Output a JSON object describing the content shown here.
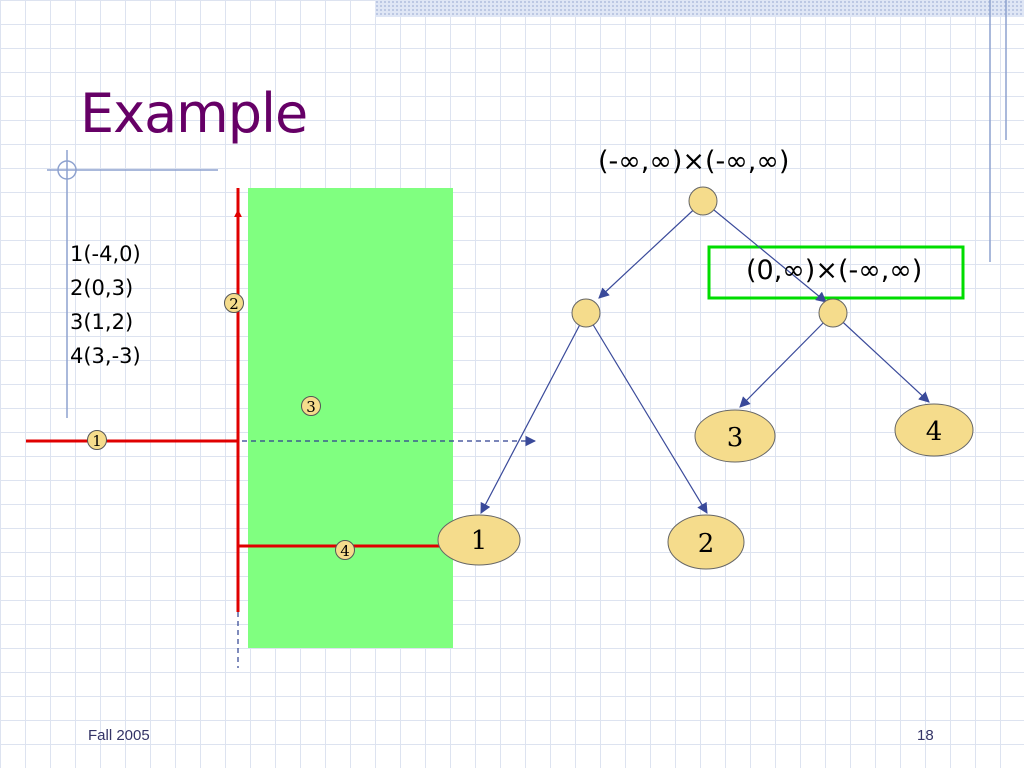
{
  "slide": {
    "title": "Example",
    "footer_left": "Fall 2005",
    "page_number": "18"
  },
  "points": [
    {
      "label": "1(-4,0)"
    },
    {
      "label": "2(0,3)"
    },
    {
      "label": "3(1,2)"
    },
    {
      "label": "4(3,-3)"
    }
  ],
  "plane_markers": [
    "1",
    "2",
    "3",
    "4"
  ],
  "tree": {
    "root_region": "(-∞,∞)×(-∞,∞)",
    "highlighted_region": "(0,∞)×(-∞,∞)",
    "leaves": [
      "1",
      "2",
      "3",
      "4"
    ]
  },
  "colors": {
    "title": "#660066",
    "split_line": "#e00000",
    "region_fill": "#80ff80",
    "highlight_border": "#00dd00",
    "node_fill": "#f5dc8c",
    "edge": "#3a4a9a"
  }
}
